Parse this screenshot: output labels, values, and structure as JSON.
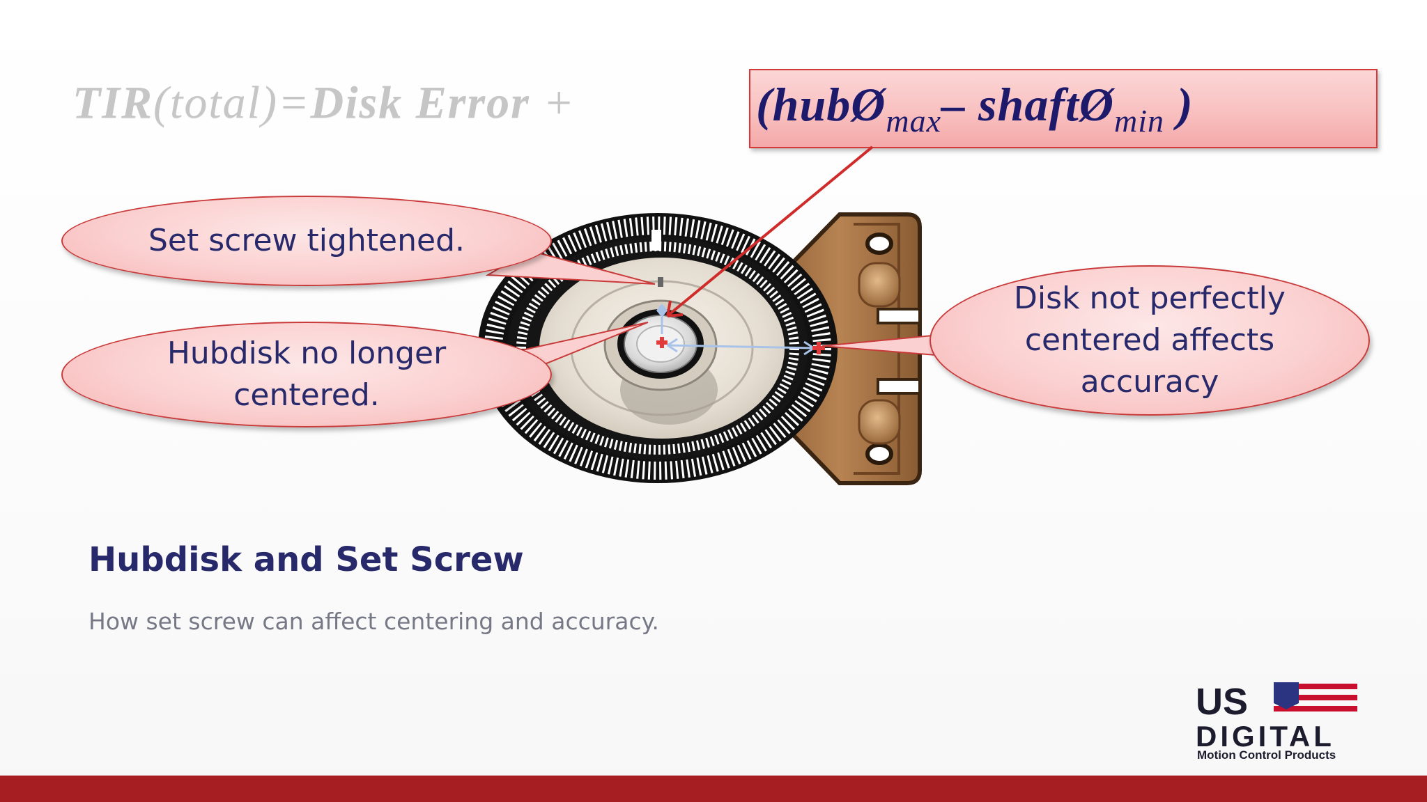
{
  "formula": {
    "tir": "TIR",
    "total": "(total)",
    "equals": "=",
    "disk_error": "Disk Error",
    "plus": "+",
    "open_paren": "(",
    "hub": "hubØ",
    "max": "max",
    "minus": "–",
    "shaft": "shaftØ",
    "min": "min",
    "close_paren": ")"
  },
  "callouts": {
    "set_screw": "Set screw tightened.",
    "hubdisk_line1": "Hubdisk no longer",
    "hubdisk_line2": "centered.",
    "disk_line1": "Disk not perfectly",
    "disk_line2": "centered affects",
    "disk_line3": "accuracy"
  },
  "slide": {
    "title": "Hubdisk and Set Screw",
    "subtitle": "How set screw can affect centering and accuracy."
  },
  "logo": {
    "us": "US",
    "digital": "DIGITAL",
    "tagline": "Motion Control Products"
  },
  "colors": {
    "callout_fill": "#fbd0d0",
    "callout_border": "#c93a3a",
    "text_navy": "#27296b",
    "footer_red": "#a61d22",
    "bracket_brown": "#a5764a"
  }
}
